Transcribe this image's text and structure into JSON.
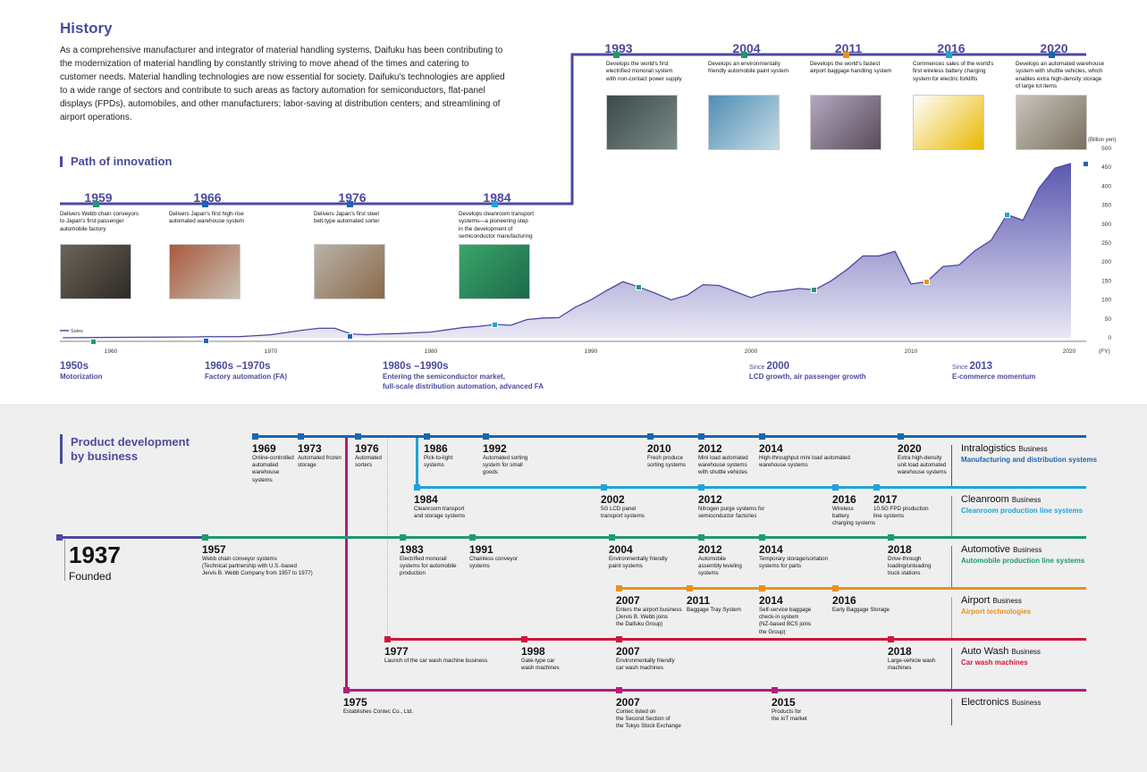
{
  "history": {
    "title": "History",
    "intro": "As a comprehensive manufacturer and integrator of material handling systems, Daifuku has been contributing to the modernization of material handling by constantly striving to move ahead of the times and catering to customer needs. Material handling technologies are now essential for society. Daifuku's technologies are applied to a wide range of sectors and contribute to such areas as factory automation for semiconductors, flat-panel displays (FPDs), automobiles, and other manufacturers; labor-saving at distribution centers; and streamlining of airport operations."
  },
  "path_title": "Path of innovation",
  "milestones": [
    {
      "year": "1959",
      "text": "Delivers Webb chain conveyors\nto Japan's first passenger\nautomobile factory",
      "color": "#1e9a6e"
    },
    {
      "year": "1966",
      "text": "Delivers Japan's first high-rise\nautomated warehouse system",
      "color": "#1a66b0"
    },
    {
      "year": "1976",
      "text": "Delivers Japan's first steel\nbelt-type automated sorter",
      "color": "#1a66b0"
    },
    {
      "year": "1984",
      "text": "Develops cleanroom transport\nsystems—a pioneering step\nin the development of\nsemiconductor manufacturing",
      "color": "#1fa3d6"
    },
    {
      "year": "1993",
      "text": "Develops the world's first\nelectrified monorail system\nwith non-contact power supply",
      "color": "#1e9a6e"
    },
    {
      "year": "2004",
      "text": "Develops an environmentally\nfriendly automobile paint system",
      "color": "#1e9a6e"
    },
    {
      "year": "2011",
      "text": "Develops the world's fastest\nairport baggage handling system",
      "color": "#e8921e"
    },
    {
      "year": "2016",
      "text": "Commences sales of the world's\nfirst wireless battery charging\nsystem for electric forklifts",
      "color": "#1fa3d6"
    },
    {
      "year": "2020",
      "text": "Develops an automated warehouse\nsystem with shuttle vehicles, which\nenables extra high-density storage\nof large lot items",
      "color": "#1a66b0"
    }
  ],
  "chart_data": {
    "type": "area",
    "title": "",
    "legend": "Sales",
    "ylabel": "(Billion yen)",
    "xlabel": "(FY)",
    "ylim": [
      0,
      500
    ],
    "yticks": [
      0,
      50,
      100,
      150,
      200,
      250,
      300,
      350,
      400,
      450,
      500
    ],
    "xticks": [
      "1960",
      "1970",
      "1980",
      "1990",
      "2000",
      "2010",
      "2020"
    ],
    "x": [
      1957,
      1960,
      1965,
      1966,
      1968,
      1970,
      1972,
      1973,
      1974,
      1975,
      1976,
      1977,
      1978,
      1980,
      1982,
      1983,
      1984,
      1985,
      1986,
      1987,
      1988,
      1989,
      1990,
      1991,
      1992,
      1993,
      1994,
      1995,
      1996,
      1997,
      1998,
      1999,
      2000,
      2001,
      2002,
      2003,
      2004,
      2005,
      2006,
      2007,
      2008,
      2009,
      2010,
      2011,
      2012,
      2013,
      2014,
      2015,
      2016,
      2017,
      2018,
      2019,
      2020
    ],
    "values": [
      0,
      1,
      2,
      3,
      3,
      8,
      20,
      25,
      25,
      10,
      8,
      10,
      11,
      15,
      27,
      30,
      35,
      33,
      48,
      52,
      53,
      80,
      100,
      125,
      148,
      134,
      118,
      100,
      112,
      140,
      138,
      122,
      106,
      120,
      124,
      130,
      127,
      150,
      180,
      216,
      216,
      228,
      142,
      148,
      188,
      192,
      230,
      257,
      325,
      310,
      395,
      448,
      460
    ]
  },
  "eras": [
    {
      "since": "",
      "title": "1950s",
      "sub": "Motorization"
    },
    {
      "since": "",
      "title": "1960s –1970s",
      "sub": "Factory automation (FA)"
    },
    {
      "since": "",
      "title": "1980s –1990s",
      "sub": "Entering the semiconductor market,\nfull-scale distribution automation, advanced FA"
    },
    {
      "since": "Since ",
      "title": "2000",
      "sub": "LCD growth, air passenger growth"
    },
    {
      "since": "Since ",
      "title": "2013",
      "sub": "E-commerce momentum"
    }
  ],
  "bottom": {
    "title": "Product development\nby business",
    "founded_year": "1937",
    "founded_label": "Founded",
    "businesses": [
      {
        "name": "Intralogistics",
        "suffix": "Business",
        "sub": "Manufacturing and distribution systems",
        "color": "#1a66b0",
        "items": [
          {
            "year": "1969",
            "text": "Online-controlled\nautomated\nwarehouse\nsystems"
          },
          {
            "year": "1973",
            "text": "Automated frozen\nstorage"
          },
          {
            "year": "1976",
            "text": "Automated\nsorters"
          },
          {
            "year": "1986",
            "text": "Pick-to-light\nsystems"
          },
          {
            "year": "1992",
            "text": "Automated sorting\nsystem for small\ngoods"
          },
          {
            "year": "2010",
            "text": "Fresh produce\nsorting systems"
          },
          {
            "year": "2012",
            "text": "Mini load automated\nwarehouse systems\nwith shuttle vehicles"
          },
          {
            "year": "2014",
            "text": "High-throughput mini load automated\nwarehouse systems"
          },
          {
            "year": "2020",
            "text": "Extra high-density\nunit load automated\nwarehouse systems"
          }
        ]
      },
      {
        "name": "Cleanroom",
        "suffix": "Business",
        "sub": "Cleanroom production line systems",
        "color": "#1fa3d6",
        "items": [
          {
            "year": "1984",
            "text": "Cleanroom transport\nand storage systems"
          },
          {
            "year": "2002",
            "text": "5G LCD panel\ntransport systems"
          },
          {
            "year": "2012",
            "text": "Nitrogen purge systems for\nsemiconductor factories"
          },
          {
            "year": "2016",
            "text": "Wireless\nbattery\ncharging systems"
          },
          {
            "year": "2017",
            "text": "10.5G FPD production\nline systems"
          }
        ]
      },
      {
        "name": "Automotive",
        "suffix": "Business",
        "sub": "Automobile production line systems",
        "color": "#1e9a6e",
        "items": [
          {
            "year": "1957",
            "text": "Webb chain conveyor systems\n(Technical partnership with U.S.-based\nJervis B. Webb Company from 1957 to 1977)"
          },
          {
            "year": "1983",
            "text": "Electrified monorail\nsystems for automobile\nproduction"
          },
          {
            "year": "1991",
            "text": "Chainless conveyor\nsystems"
          },
          {
            "year": "2004",
            "text": "Environmentally friendly\npaint systems"
          },
          {
            "year": "2012",
            "text": "Automobile\nassembly leveling\nsystems"
          },
          {
            "year": "2014",
            "text": "Temporary storage/sortation\nsystems for parts"
          },
          {
            "year": "2018",
            "text": "Drive-through\nloading/unloading\ntruck stations"
          }
        ]
      },
      {
        "name": "Airport",
        "suffix": "Business",
        "sub": "Airport technologies",
        "color": "#e8921e",
        "items": [
          {
            "year": "2007",
            "text": "Enters the airport business\n(Jervis B. Webb joins\nthe Daifuku Group)"
          },
          {
            "year": "2011",
            "text": "Baggage Tray System"
          },
          {
            "year": "2014",
            "text": "Self-service baggage\ncheck-in system\n(NZ-based BCS joins\nthe Group)"
          },
          {
            "year": "2016",
            "text": "Early Baggage Storage"
          }
        ]
      },
      {
        "name": "Auto Wash",
        "suffix": "Business",
        "sub": "Car wash machines",
        "color": "#d0163f",
        "items": [
          {
            "year": "1977",
            "text": "Launch of the car wash machine business"
          },
          {
            "year": "1998",
            "text": "Gate-type car\nwash machines"
          },
          {
            "year": "2007",
            "text": "Environmentally friendly\ncar wash machines"
          },
          {
            "year": "2018",
            "text": "Large-vehicle wash\nmachines"
          }
        ]
      },
      {
        "name": "Electronics",
        "suffix": "Business",
        "sub": "",
        "color": "#b31d78",
        "items": [
          {
            "year": "1975",
            "text": "Establishes Contec Co., Ltd."
          },
          {
            "year": "2007",
            "text": "Contec listed on\nthe Second Section of\nthe Tokyo Stock Exchange"
          },
          {
            "year": "2015",
            "text": "Products for\nthe IoT market"
          }
        ]
      }
    ]
  }
}
